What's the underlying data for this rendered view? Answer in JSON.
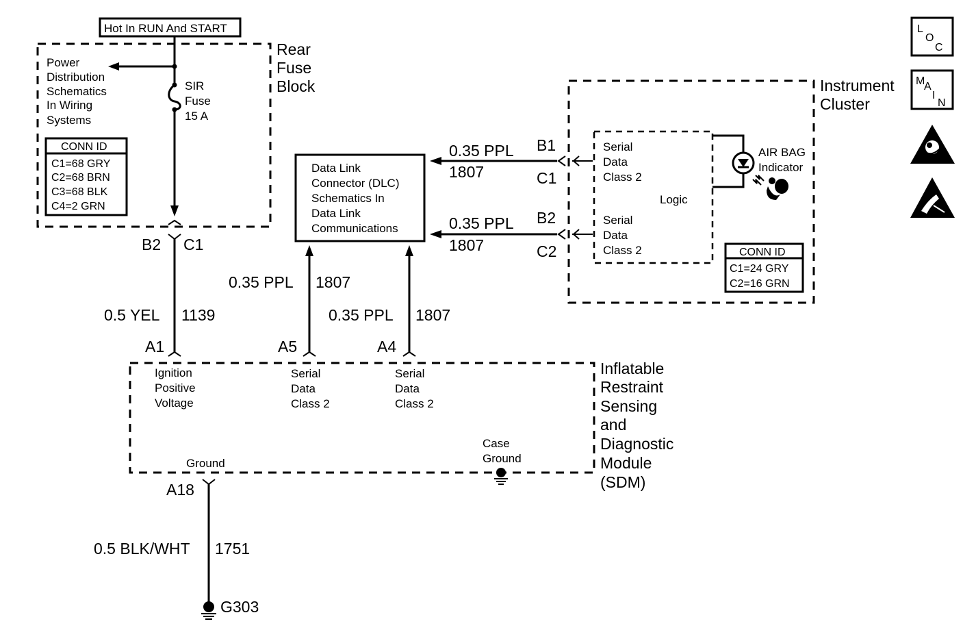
{
  "power": {
    "label": "Hot In RUN And START"
  },
  "rear_fuse_block": {
    "title_lines": [
      "Rear",
      "Fuse",
      "Block"
    ],
    "power_dist_lines": [
      "Power",
      "Distribution",
      "Schematics",
      "In Wiring",
      "Systems"
    ],
    "fuse_lines": [
      "SIR",
      "Fuse",
      "15 A"
    ],
    "conn_id": {
      "header": "CONN ID",
      "rows": [
        "C1=68 GRY",
        "C2=68 BRN",
        "C3=68 BLK",
        "C4=2 GRN"
      ]
    },
    "connector_b2": "B2",
    "connector_c1": "C1"
  },
  "dlc": {
    "lines": [
      "Data Link",
      "Connector (DLC)",
      "Schematics In",
      "Data Link",
      "Communications"
    ]
  },
  "instrument_cluster": {
    "title_lines": [
      "Instrument",
      "Cluster"
    ],
    "serial1_lines": [
      "Serial",
      "Data",
      "Class 2"
    ],
    "serial2_lines": [
      "Serial",
      "Data",
      "Class 2"
    ],
    "logic": "Logic",
    "airbag_lines": [
      "AIR BAG",
      "Indicator"
    ],
    "conn_id": {
      "header": "CONN ID",
      "rows": [
        "C1=24 GRY",
        "C2=16 GRN"
      ]
    },
    "pin_b1": "B1",
    "pin_c1": "C1",
    "pin_b2": "B2",
    "pin_c2": "C2"
  },
  "wires": {
    "ic_top": {
      "gauge": "0.35 PPL",
      "circuit": "1807"
    },
    "ic_bottom": {
      "gauge": "0.35 PPL",
      "circuit": "1807"
    },
    "ignition": {
      "gauge": "0.5 YEL",
      "circuit": "1139"
    },
    "dlc_a5": {
      "gauge": "0.35 PPL",
      "circuit": "1807"
    },
    "dlc_a4": {
      "gauge": "0.35 PPL",
      "circuit": "1807"
    },
    "ground": {
      "gauge": "0.5 BLK/WHT",
      "circuit": "1751"
    }
  },
  "sdm": {
    "title_lines": [
      "Inflatable",
      "Restraint",
      "Sensing",
      "and",
      "Diagnostic",
      "Module",
      "(SDM)"
    ],
    "pin_a1": "A1",
    "pin_a5": "A5",
    "pin_a4": "A4",
    "pin_a18": "A18",
    "ignition_lines": [
      "Ignition",
      "Positive",
      "Voltage"
    ],
    "serial_a5_lines": [
      "Serial",
      "Data",
      "Class 2"
    ],
    "serial_a4_lines": [
      "Serial",
      "Data",
      "Class 2"
    ],
    "case_ground_lines": [
      "Case",
      "Ground"
    ],
    "ground_label": "Ground"
  },
  "ground_point": "G303",
  "side_icons": {
    "loc": [
      "L",
      "O",
      "C"
    ],
    "main": [
      "M",
      "A",
      "I",
      "N"
    ]
  }
}
